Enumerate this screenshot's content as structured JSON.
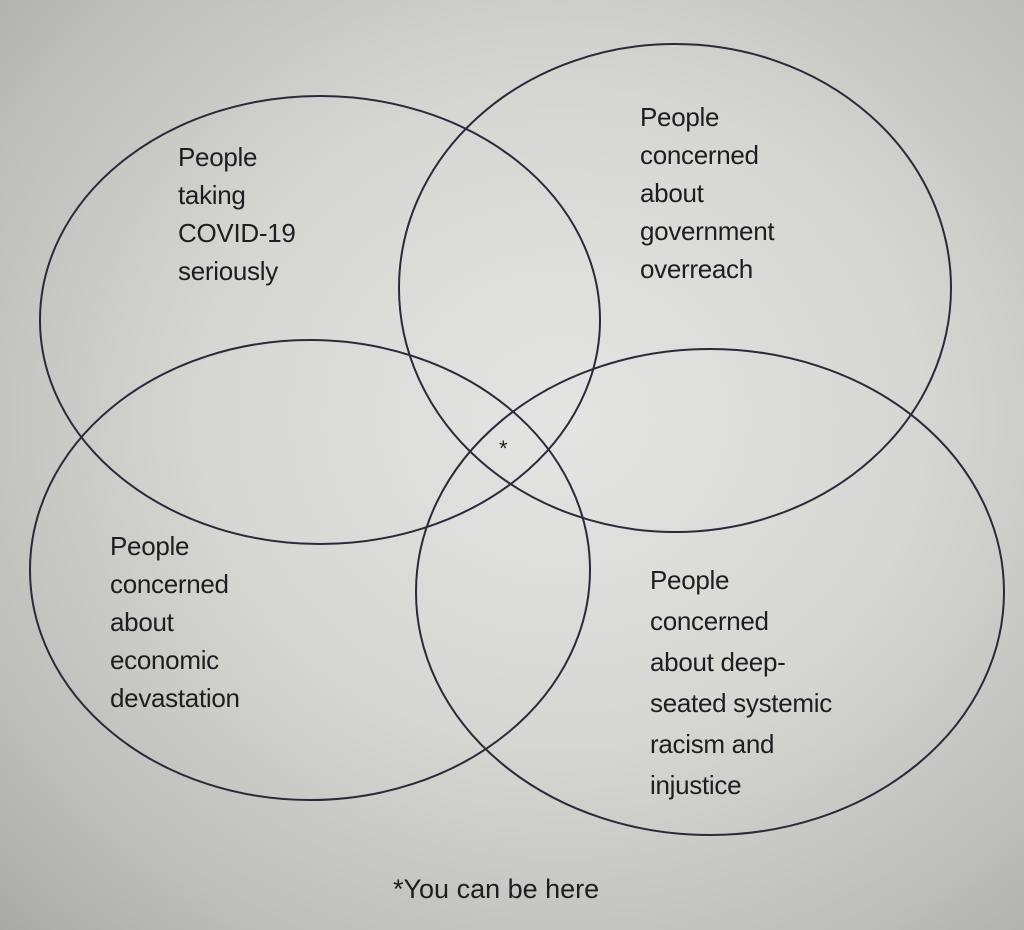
{
  "sets": [
    {
      "label": "People\ntaking\nCOVID-19\nseriously"
    },
    {
      "label": "People\nconcerned\nabout\ngovernment\noverreach"
    },
    {
      "label": "People\nconcerned\nabout\neconomic\ndevastation"
    },
    {
      "label": "People\nconcerned\nabout deep-\nseated systemic\nracism and\ninjustice"
    }
  ],
  "center_marker": "*",
  "footnote": "*You can be here",
  "colors": {
    "stroke": "#2a2a3a",
    "text": "#1e1e22"
  }
}
